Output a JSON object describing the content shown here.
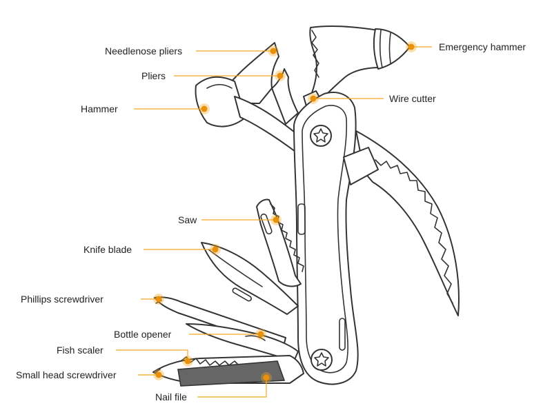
{
  "colors": {
    "accent": "#F5A623",
    "accent_dark": "#E8920C",
    "outline": "#333333",
    "file": "#666666",
    "text": "#222222",
    "background": "#FFFFFF"
  },
  "labels": {
    "needlenose_pliers": "Needlenose pliers",
    "pliers": "Pliers",
    "hammer": "Hammer",
    "emergency_hammer": "Emergency hammer",
    "wire_cutter": "Wire cutter",
    "saw": "Saw",
    "knife_blade": "Knife blade",
    "phillips_screwdriver": "Phillips screwdriver",
    "bottle_opener": "Bottle opener",
    "fish_scaler": "Fish scaler",
    "small_head_screwdriver": "Small head screwdriver",
    "nail_file": "Nail file"
  }
}
